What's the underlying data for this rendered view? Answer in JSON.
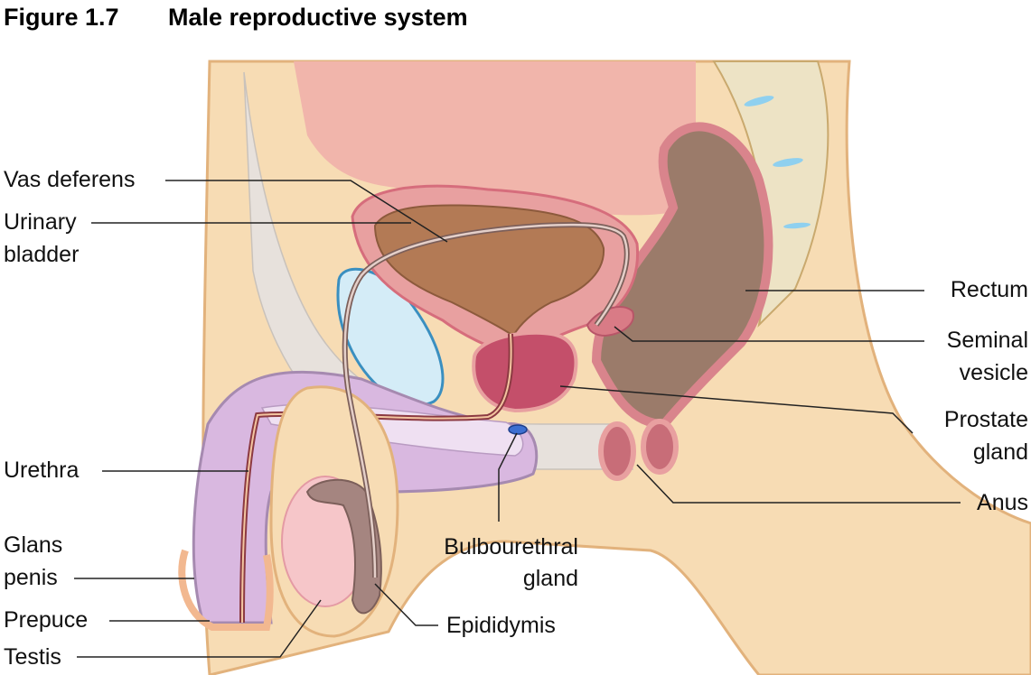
{
  "title": {
    "number": "Figure 1.7",
    "text": "Male reproductive system"
  },
  "labels": {
    "vas_deferens": "Vas deferens",
    "urinary_bladder_1": "Urinary",
    "urinary_bladder_2": "bladder",
    "urethra": "Urethra",
    "glans_penis_1": "Glans",
    "glans_penis_2": "penis",
    "prepuce": "Prepuce",
    "testis": "Testis",
    "rectum": "Rectum",
    "seminal_vesicle_1": "Seminal",
    "seminal_vesicle_2": "vesicle",
    "prostate_gland_1": "Prostate",
    "prostate_gland_2": "gland",
    "anus": "Anus",
    "bulbourethral_gland_1": "Bulbourethral",
    "bulbourethral_gland_2": "gland",
    "epididymis": "Epididymis"
  },
  "colors": {
    "skin": "#f7dcb4",
    "skin_outline": "#e2b27c",
    "bladder_wall": "#e8a0a0",
    "bladder_inner": "#b37a55",
    "rectum": "#9b7b6a",
    "rectum_wall": "#d9848c",
    "penis": "#d9b8e0",
    "testis": "#f6c6c9",
    "pubic_bone": "#d4ecf7",
    "spine": "#ede3c5"
  }
}
